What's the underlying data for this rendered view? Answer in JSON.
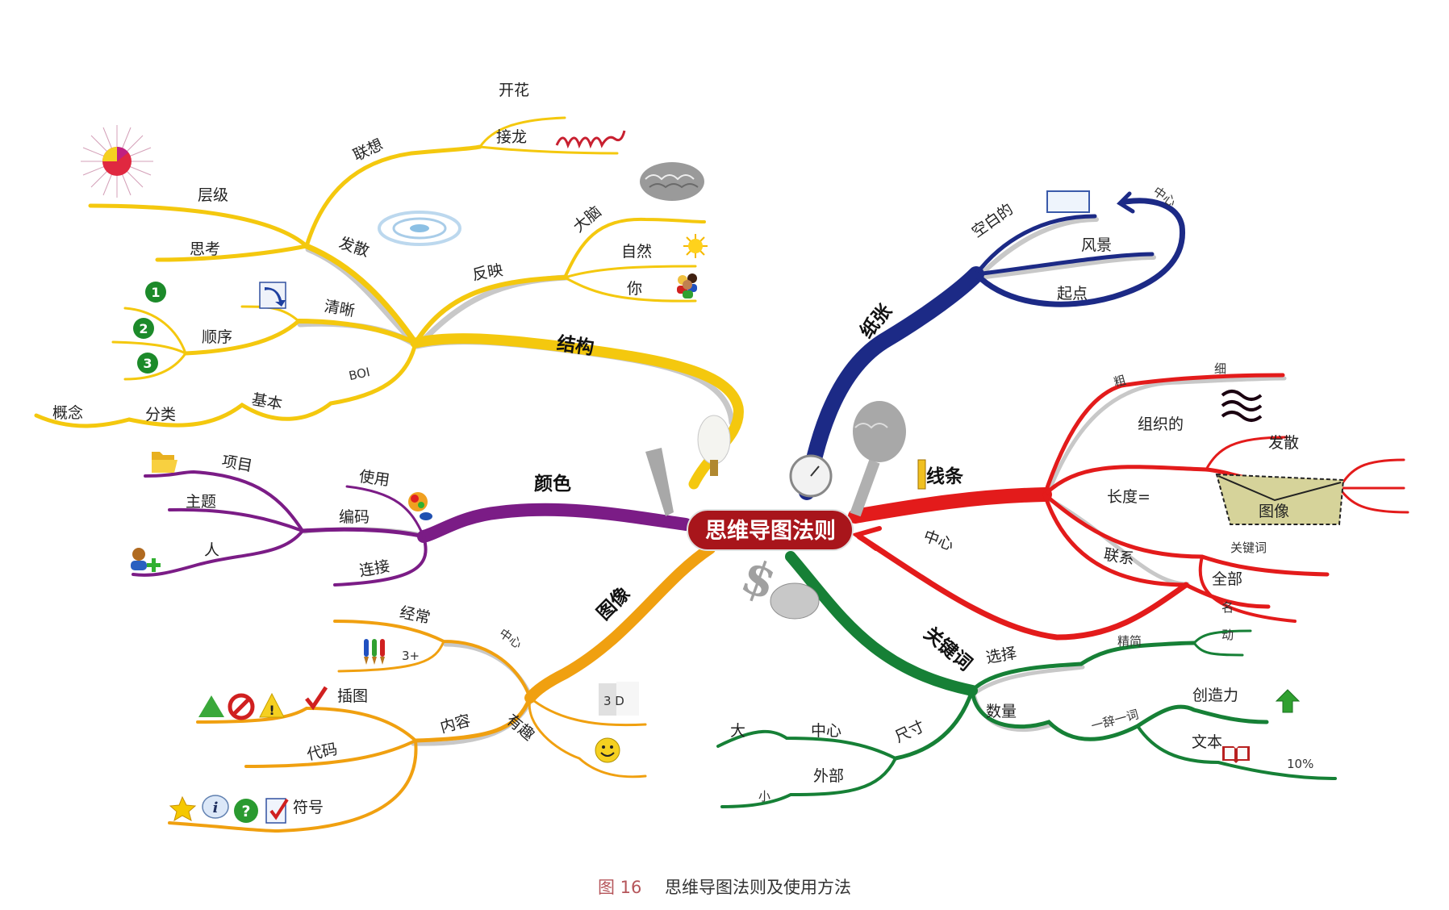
{
  "center": {
    "title": "思维导图法则"
  },
  "caption": {
    "figure_label": "图 16",
    "text": "思维导图法则及使用方法"
  },
  "colors": {
    "yellow": "#f4c80e",
    "blue": "#1c2a86",
    "red": "#e31b1b",
    "purple": "#7b1c86",
    "orange": "#f0a010",
    "green": "#168036",
    "center_bg": "#a8151b",
    "caption_accent": "#b5555a"
  },
  "branches": {
    "structure": {
      "label": "结构",
      "children": {
        "diverge": {
          "label": "发散",
          "children": {
            "associate": "联想",
            "bloom": "开花",
            "relay": "接龙"
          }
        },
        "hierarchy": "层级",
        "think": "思考",
        "reflect": {
          "label": "反映",
          "children": {
            "brain": "大脑",
            "nature": "自然",
            "you": "你"
          }
        },
        "clear": {
          "label": "清晰",
          "children": {
            "order": "顺序"
          }
        },
        "boi": {
          "label": "BOI",
          "children": {
            "basic": "基本",
            "classify": "分类",
            "concept": "概念"
          }
        }
      }
    },
    "paper": {
      "label": "纸张",
      "children": {
        "blank": "空白的",
        "center": "中心",
        "landscape": "风景",
        "start": "起点"
      }
    },
    "lines": {
      "label": "线条",
      "children": {
        "thick": "粗",
        "thin": "细",
        "organized": "组织的",
        "diverge": "发散",
        "length": "长度=",
        "image": "图像",
        "keyword": "关键词",
        "center": "中心",
        "connect": "联系",
        "all": "全部"
      }
    },
    "color": {
      "label": "颜色",
      "children": {
        "project": "项目",
        "topic": "主题",
        "person": "人",
        "use": "使用",
        "code": "编码",
        "link": "连接"
      }
    },
    "image": {
      "label": "图像",
      "children": {
        "often": "经常",
        "center": "中心",
        "three_plus": "3+",
        "illustration": "插图",
        "content": "内容",
        "code": "代码",
        "symbol": "符号",
        "fun": "有趣",
        "three_d": "3 D"
      }
    },
    "keyword": {
      "label": "关键词",
      "children": {
        "choose": "选择",
        "concise": "精简",
        "noun": "名",
        "verb": "动",
        "quantity": "数量",
        "one_word": "一辞一词",
        "creativity": "创造力",
        "text": "文本",
        "percent": "10%",
        "size": "尺寸",
        "big": "大",
        "center": "中心",
        "outer": "外部",
        "small": "小"
      }
    }
  },
  "icons": [
    "starburst-icon",
    "water-drop-icon",
    "spring-wave-icon",
    "brain-icon",
    "sun-icon",
    "people-icon",
    "number-1-icon",
    "number-2-icon",
    "number-3-icon",
    "arrow-down-right-icon",
    "folder-icon",
    "person-add-icon",
    "palette-icon",
    "paint-brushes-icon",
    "triangle-icon",
    "no-entry-icon",
    "warning-icon",
    "checkmark-icon",
    "star-icon",
    "info-icon",
    "question-icon",
    "document-check-icon",
    "cube-3d-icon",
    "smiley-icon",
    "blank-rectangle-icon",
    "ruler-icon",
    "wavy-lines-icon",
    "envelope-image-icon",
    "green-up-arrow-icon",
    "open-book-icon",
    "swiss-knife-tools-icon"
  ]
}
